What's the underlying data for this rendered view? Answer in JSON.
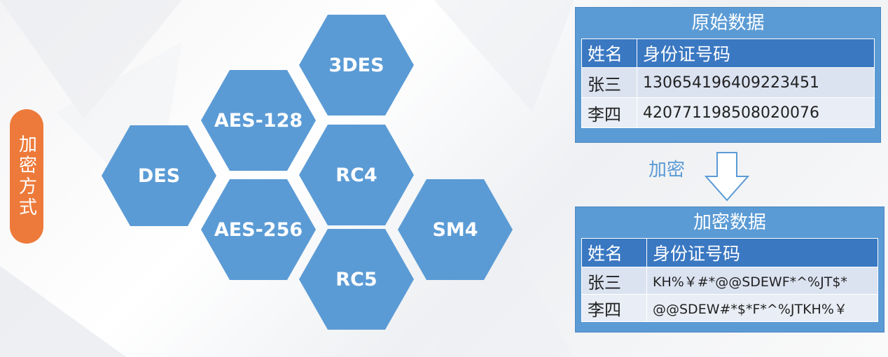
{
  "side_label": "加密方式",
  "hexagons": [
    {
      "id": "3des",
      "label": "3DES"
    },
    {
      "id": "aes128",
      "label": "AES-128"
    },
    {
      "id": "des",
      "label": "DES"
    },
    {
      "id": "rc4",
      "label": "RC4"
    },
    {
      "id": "aes256",
      "label": "AES-256"
    },
    {
      "id": "sm4",
      "label": "SM4"
    },
    {
      "id": "rc5",
      "label": "RC5"
    }
  ],
  "original": {
    "title": "原始数据",
    "headers": [
      "姓名",
      "身份证号码"
    ],
    "rows": [
      [
        "张三",
        "130654196409223451"
      ],
      [
        "李四",
        "420771198508020076"
      ]
    ]
  },
  "arrow_label": "加密",
  "encrypted": {
    "title": "加密数据",
    "headers": [
      "姓名",
      "身份证号码"
    ],
    "rows": [
      [
        "张三",
        "KH%￥#*@@SDEWF*^%JT$*"
      ],
      [
        "李四",
        "@@SDEW#*$*F*^%JTKH%￥"
      ]
    ]
  },
  "colors": {
    "hex": "#5b9bd5",
    "pill": "#ed7a3a",
    "header": "#3a78c2"
  }
}
